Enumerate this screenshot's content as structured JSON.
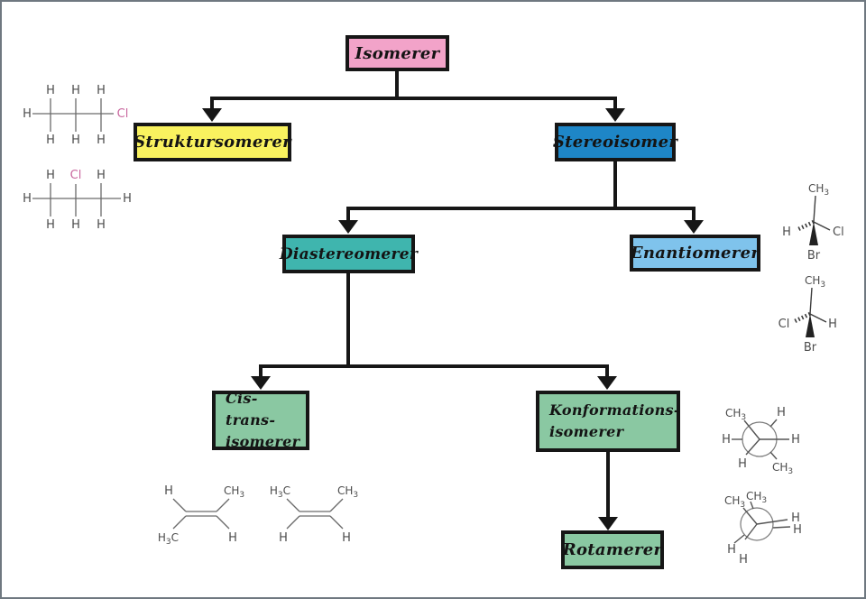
{
  "page": {
    "background": "#ffffff",
    "border_color": "#6f7880",
    "arrow_color": "#161616"
  },
  "boxes": {
    "isomerer": {
      "label": "Isomerer",
      "color": "#f2a3c9"
    },
    "strukturisomerer": {
      "label": "Struktursomerer",
      "color": "#f9f25f"
    },
    "stereoisomer": {
      "label": "Stereoisomer",
      "color": "#1e86c7"
    },
    "diastereomerer": {
      "label": "Diastereomerer",
      "color": "#3fb5ae"
    },
    "enantiomerer": {
      "label": "Enantiomerer",
      "color": "#7fc3ec"
    },
    "cis_trans_isomerer": {
      "line1": "Cis-trans-",
      "line2": "isomerer",
      "color": "#8ac8a2"
    },
    "konformations_isomerer": {
      "line1": "Konformations-",
      "line2": "isomerer",
      "color": "#8ac8a2"
    },
    "rotamerer": {
      "label": "Rotamerer",
      "color": "#8ac8a2"
    }
  },
  "hierarchy": {
    "isomerer": [
      "strukturisomerer",
      "stereoisomer"
    ],
    "stereoisomer": [
      "diastereomerer",
      "enantiomerer"
    ],
    "diastereomerer": [
      "cis_trans_isomerer",
      "konformations_isomerer"
    ],
    "konformations_isomerer": [
      "rotamerer"
    ]
  },
  "atoms": {
    "h": "H",
    "cl": "Cl",
    "br": "Br",
    "ch": "CH",
    "c": "C",
    "sub3": "3"
  },
  "colors": {
    "bond": "#6a6a6a",
    "atom_text": "#4c4c4c",
    "chlorine_highlight": "#c9679e"
  }
}
